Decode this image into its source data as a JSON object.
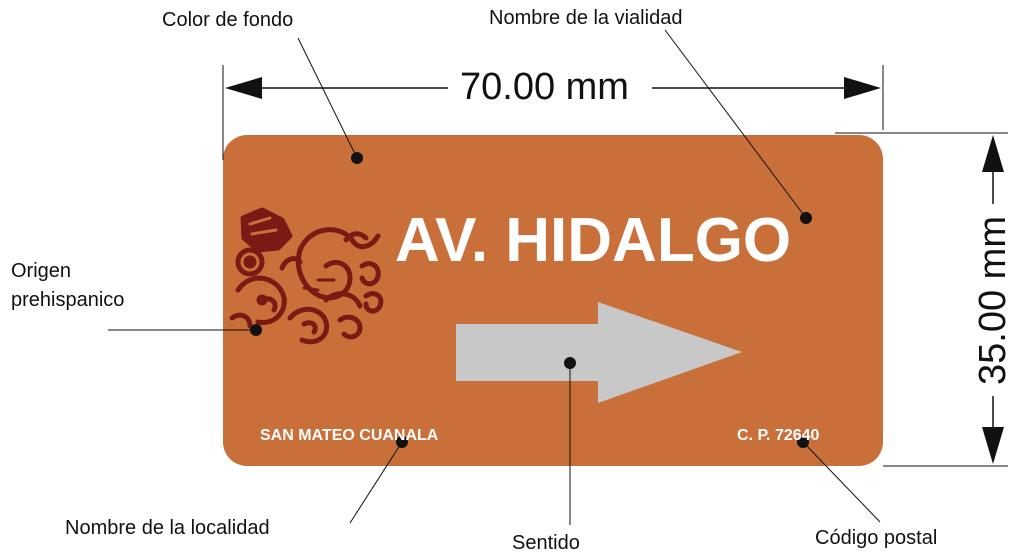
{
  "colors": {
    "sign_background": "#C9703A",
    "sign_text": "#FFFFFF",
    "arrow": "#C8C8C8",
    "glyph": "#7A1A14",
    "lines": "#111111"
  },
  "sign": {
    "title": "AV. HIDALGO",
    "locality": "SAN MATEO CUANALA",
    "postal_code": "C. P. 72640",
    "glyph_icon": "prehispanic-serpent-glyph",
    "arrow_icon": "arrow-right"
  },
  "dimensions": {
    "width": "70.00 mm",
    "height": "35.00 mm"
  },
  "labels": {
    "background_color": "Color de fondo",
    "street_name": "Nombre de la vialidad",
    "origin_line1": "Origen",
    "origin_line2": "prehispanico",
    "locality_name": "Nombre de la localidad",
    "direction": "Sentido",
    "postal_code": "Código postal"
  }
}
